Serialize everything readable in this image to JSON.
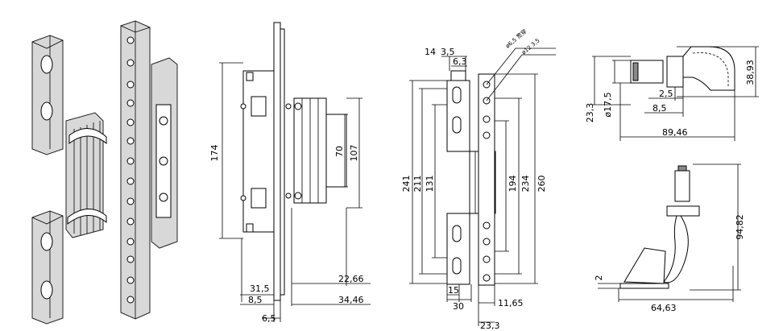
{
  "side_view": {
    "height_174": "174",
    "height_107": "107",
    "height_70": "70",
    "depth_31_5": "31,5",
    "depth_8_5": "8,5",
    "depth_6_5": "6,5",
    "width_22_66": "22,66",
    "width_34_46": "34,46"
  },
  "front_view": {
    "top_14": "14",
    "top_3_5": "3,5",
    "top_6_3": "6,3",
    "hole_note_1": "ø6,5 贯穿",
    "hole_note_2": "ø12 3,5",
    "height_241": "241",
    "height_211": "211",
    "height_131": "131",
    "height_194": "194",
    "height_234": "234",
    "height_260": "260",
    "bottom_15": "15",
    "bottom_30": "30",
    "bottom_11_65": "11,65",
    "bottom_23_3": "23,3"
  },
  "top_view": {
    "dim_23_3": "23,3",
    "dim_17_5": "ø17,5",
    "dim_2_5": "2,5",
    "dim_8_5": "8,5",
    "dim_38_93": "38,93",
    "dim_89_46": "89,46"
  },
  "detail_view": {
    "dim_94_82": "94,82",
    "dim_64_63": "64,63",
    "dim_2": "2"
  },
  "colors": {
    "line": "#000000",
    "background": "#ffffff",
    "metal_light": "#d8d8d8",
    "metal_dark": "#8a8a8a"
  }
}
